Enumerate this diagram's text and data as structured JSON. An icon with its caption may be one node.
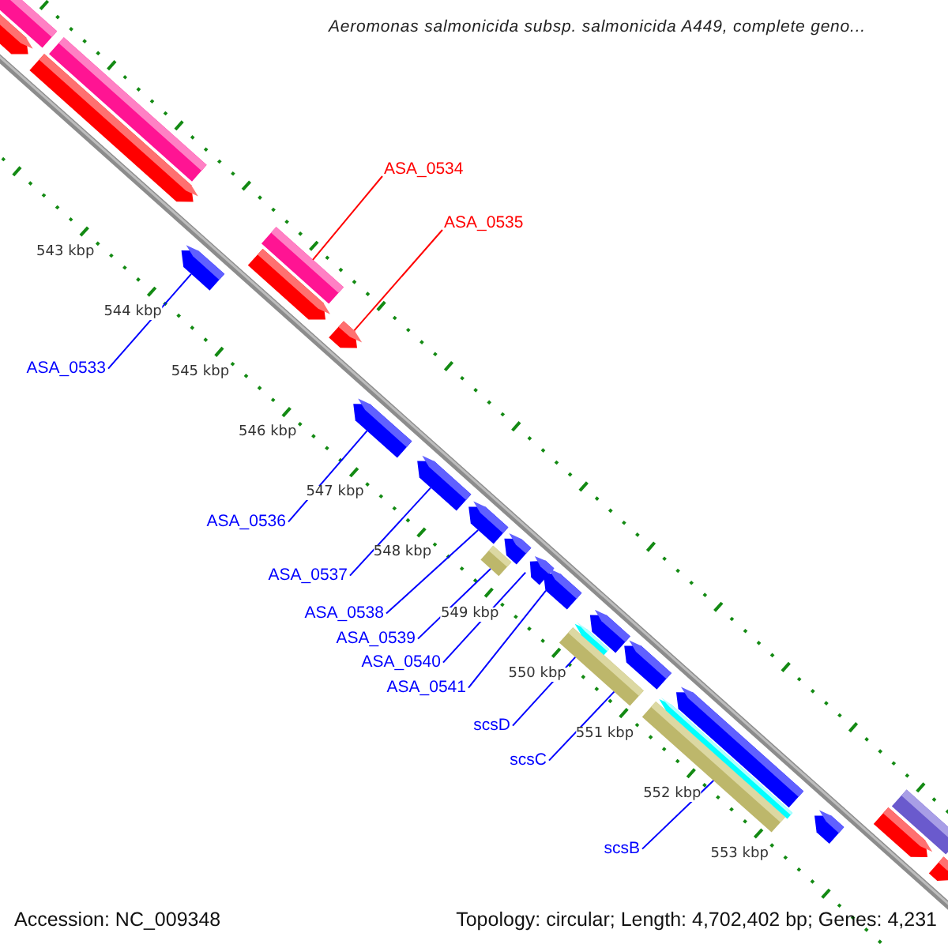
{
  "diagram": {
    "title": "Aeromonas salmonicida subsp. salmonicida A449, complete geno...",
    "nodes": [
      {
        "text": [
          "ASA_0534"
        ]
      },
      {
        "text": [],
        "shape": "bar"
      },
      {
        "text": [
          "ASA_0535"
        ]
      },
      {
        "text": [],
        "shape": "arrow"
      },
      {
        "text": [
          "ASA_0533"
        ]
      },
      {
        "text": [],
        "shape": "arrow"
      },
      {
        "text": [
          "ASA_0536"
        ]
      },
      {
        "text": [],
        "shape": "arrow"
      },
      {
        "text": [
          "ASA_0537"
        ]
      },
      {
        "text": [],
        "shape": "arrow"
      },
      {
        "text": [
          "ASA_0538"
        ]
      },
      {
        "text": [],
        "shape": "arrow"
      },
      {
        "text": [
          "ASA_0539"
        ]
      },
      {
        "text": [],
        "shape": "box"
      },
      {
        "text": [
          "ASA_0540"
        ]
      },
      {
        "text": [],
        "shape": "arrow"
      },
      {
        "text": [
          "ASA_0541"
        ]
      },
      {
        "text": [],
        "shape": "arrow"
      },
      {
        "text": [
          "scsD"
        ]
      },
      {
        "text": [],
        "shape": "bar"
      },
      {
        "text": [
          "scsC"
        ]
      },
      {
        "text": [
          "scsB"
        ]
      },
      {
        "text": [],
        "shape": "bar"
      },
      {
        "text": [],
        "shape": "bar"
      },
      {
        "text": [],
        "shape": "arrow"
      },
      {
        "text": [],
        "shape": "bar"
      },
      {
        "text": [],
        "shape": "arrow"
      },
      {
        "text": [],
        "shape": "arrow"
      },
      {
        "text": [],
        "shape": "arrow"
      },
      {
        "text": [],
        "shape": "arrow"
      },
      {
        "text": [],
        "shape": "arrow"
      },
      {
        "text": [],
        "shape": "arrow"
      },
      {
        "text": [],
        "shape": "arrow"
      },
      {
        "text": [],
        "shape": "arrow"
      },
      {
        "text": [],
        "shape": "arrow"
      },
      {
        "text": [],
        "shape": "bar"
      },
      {
        "text": [],
        "shape": "arrow"
      },
      {
        "text": [],
        "shape": "arrow"
      }
    ],
    "edges": [
      {
        "from": 0,
        "to": 1,
        "arrow": "none",
        "color": "#ff0000"
      },
      {
        "from": 2,
        "to": 3,
        "arrow": "none",
        "color": "#ff0000"
      },
      {
        "from": 4,
        "to": 5,
        "arrow": "none"
      },
      {
        "from": 6,
        "to": 7,
        "arrow": "none"
      },
      {
        "from": 8,
        "to": 9,
        "arrow": "none"
      },
      {
        "from": 10,
        "to": 11,
        "arrow": "none"
      },
      {
        "from": 12,
        "to": 13,
        "arrow": "none"
      },
      {
        "from": 14,
        "to": 15,
        "arrow": "none"
      },
      {
        "from": 16,
        "to": 17,
        "arrow": "none"
      },
      {
        "from": 18,
        "to": 19,
        "arrow": "none"
      },
      {
        "from": 20,
        "to": 19,
        "arrow": "none"
      },
      {
        "from": 21,
        "to": 22,
        "arrow": "none"
      }
    ],
    "labels": [
      "543 kbp",
      "544 kbp",
      "545 kbp",
      "546 kbp",
      "547 kbp",
      "548 kbp",
      "549 kbp",
      "550 kbp",
      "551 kbp",
      "552 kbp",
      "553 kbp",
      "Accession: NC_009348",
      "Topology: circular; Length: 4,702,402 bp; Genes: 4,231"
    ]
  }
}
